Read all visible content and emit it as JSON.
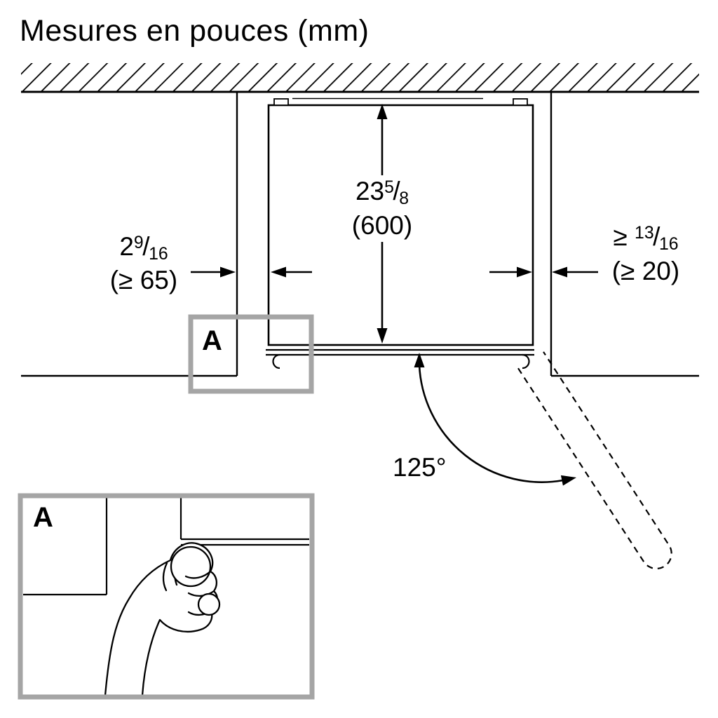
{
  "title": "Mesures en pouces (mm)",
  "fraction_slash": "/",
  "labels": {
    "depth": {
      "pre": "23",
      "sup": "5",
      "sub": "8",
      "mm": "(600)"
    },
    "left_gap": {
      "pre": "2",
      "sup": "9",
      "sub": "16",
      "mm": "(≥ 65)"
    },
    "right_gap": {
      "pre": "≥ ",
      "sup": "13",
      "sub": "16",
      "mm": "(≥ 20)"
    },
    "door_angle": "125°"
  },
  "callouts": {
    "detail_marker": "A",
    "detail_view": "A"
  },
  "colors": {
    "line": "#000000",
    "callout_border": "#a5a5a5",
    "background": "#ffffff"
  }
}
